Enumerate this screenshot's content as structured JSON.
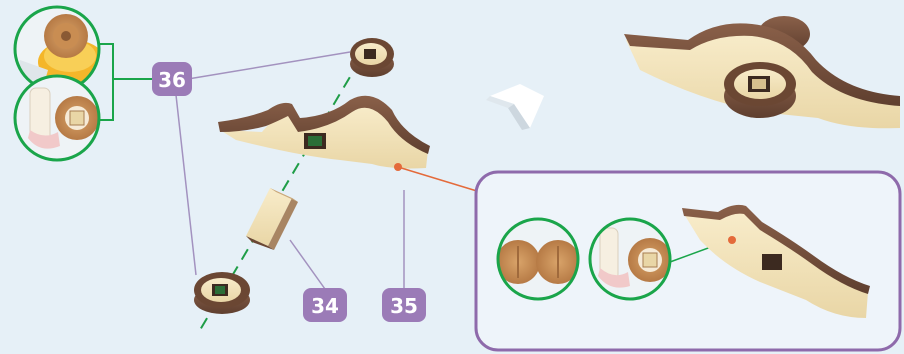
{
  "badges": {
    "part_36": "36",
    "part_34": "34",
    "part_35": "35"
  },
  "colors": {
    "background": "#e6f0f7",
    "badge": "#9b7bb7",
    "callout_border": "#8e6aab",
    "zoom_circle": "#1aa54a",
    "leader_line": "#a392bf",
    "axis_dash": "#1f9d47",
    "glue_dot": "#e46a3a",
    "wood_light": "#f3e4bd",
    "wood_dark": "#7a5440"
  },
  "icons": {
    "assembly_arrow": "chevron-arrow-icon",
    "zoom": "magnifier-circle-icon"
  }
}
